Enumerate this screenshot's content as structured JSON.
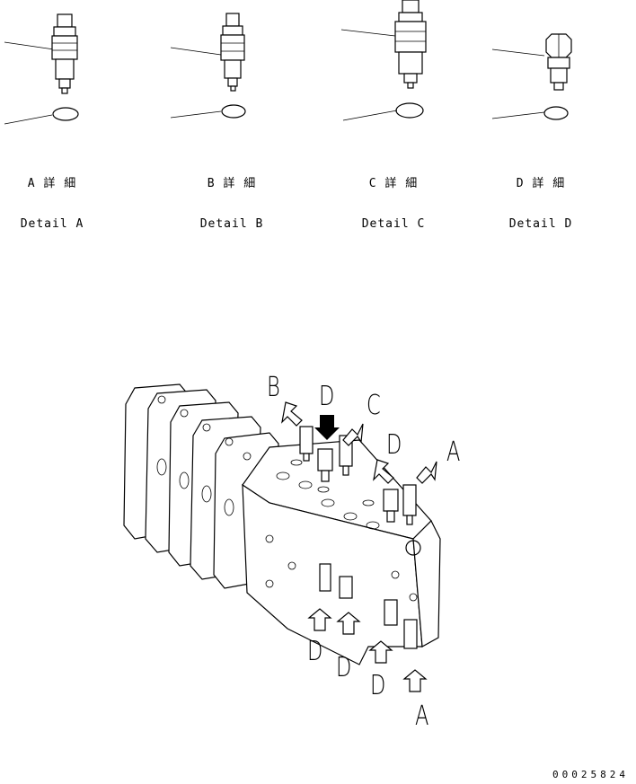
{
  "details": [
    {
      "jp": "A 詳 細",
      "en": "Detail A"
    },
    {
      "jp": "B 詳 細",
      "en": "Detail B"
    },
    {
      "jp": "C 詳 細",
      "en": "Detail C"
    },
    {
      "jp": "D 詳 細",
      "en": "Detail D"
    }
  ],
  "callouts": {
    "b_top": "B",
    "d_top1": "D",
    "c_top": "C",
    "d_top2": "D",
    "a_right": "A",
    "d_bot1": "D",
    "d_bot2": "D",
    "d_bot3": "D",
    "a_bot": "A"
  },
  "doc_number": "00025824"
}
